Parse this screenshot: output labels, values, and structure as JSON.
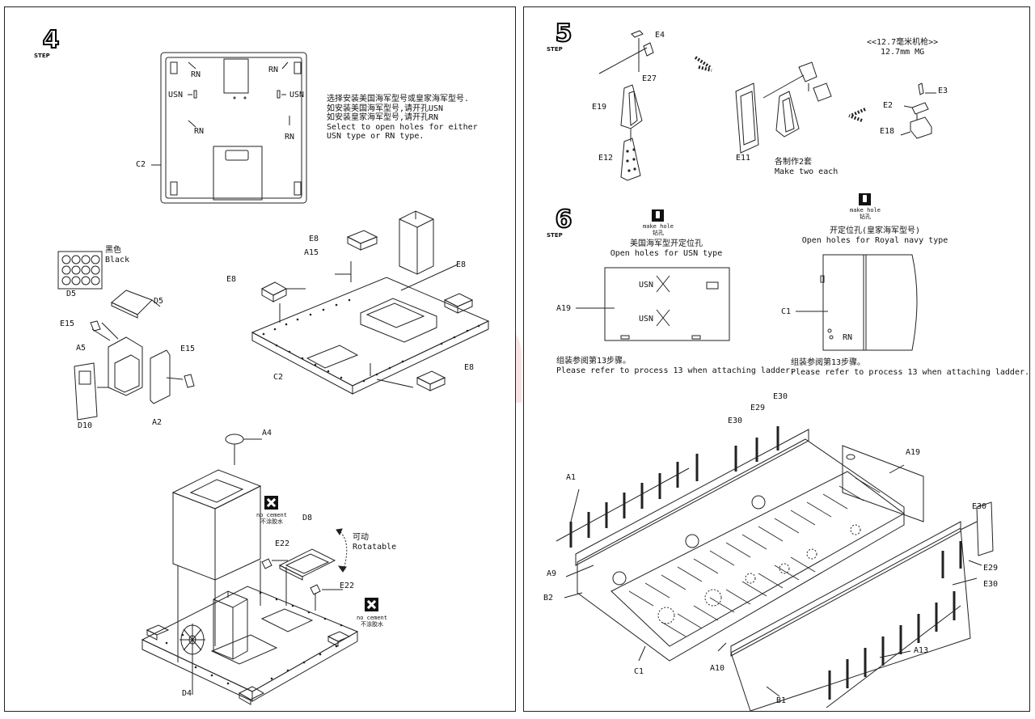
{
  "watermark": "modelartikl.cz",
  "step_word": "STEP",
  "step4": {
    "number": "4",
    "labels": {
      "c2_top": "C2",
      "usn_left": "USN",
      "usn_right": "USN",
      "rn_tl": "RN",
      "rn_tr": "RN",
      "rn_ml": "RN",
      "rn_mr": "RN",
      "d5_a": "D5",
      "d5_b": "D5",
      "e15_a": "E15",
      "e15_b": "E15",
      "a5": "A5",
      "d10": "D10",
      "a2": "A2",
      "e8_a": "E8",
      "e8_b": "E8",
      "e8_c": "E8",
      "e8_d": "E8",
      "a15": "A15",
      "c2_deck": "C2",
      "a4": "A4",
      "d8": "D8",
      "e22_a": "E22",
      "e22_b": "E22",
      "d4": "D4"
    },
    "instructions": {
      "cn1": "选择安装美国海军型号或皇家海军型号.",
      "cn2": "如安装美国海军型号,请开孔USN",
      "cn3": "如安装皇家海军型号,请开孔RN",
      "en1": "Select to open holes for either",
      "en2": "USN type or RN type."
    },
    "black_cn": "黑色",
    "black_en": "Black",
    "no_cement_en": "no cement",
    "no_cement_cn": "不涂胶水",
    "rotatable_cn": "可动",
    "rotatable_en": "Rotatable"
  },
  "step5": {
    "number": "5",
    "labels": {
      "e4": "E4",
      "e27": "E27",
      "e19": "E19",
      "e12": "E12",
      "e11": "E11",
      "e3": "E3",
      "e2": "E2",
      "e18": "E18"
    },
    "mg_cn": "<<12.7毫米机枪>>",
    "mg_en": "12.7mm MG",
    "make_two_cn": "各制作2套",
    "make_two_en": "Make two each"
  },
  "step6": {
    "number": "6",
    "make_hole_en": "make hole",
    "make_hole_cn": "钻孔",
    "usn_cn": "美国海军型开定位孔",
    "usn_en": "Open holes for USN type",
    "rn_cn": "开定位孔(皇家海军型号)",
    "rn_en": "Open holes for Royal navy type",
    "labels": {
      "a19_panel": "A19",
      "usn_1": "USN",
      "usn_2": "USN",
      "c1_panel": "C1",
      "rn": "RN",
      "e30_a": "E30",
      "e29_a": "E29",
      "e30_b": "E30",
      "a19": "A19",
      "a1": "A1",
      "e30_c": "E30",
      "a9": "A9",
      "b2": "B2",
      "e29_b": "E29",
      "e30_d": "E30",
      "a13": "A13",
      "a10": "A10",
      "c1": "C1",
      "b1": "B1"
    },
    "ladder_cn": "组装参阅第13步骤。",
    "ladder_en": "Please refer to process 13 when attaching ladder."
  }
}
